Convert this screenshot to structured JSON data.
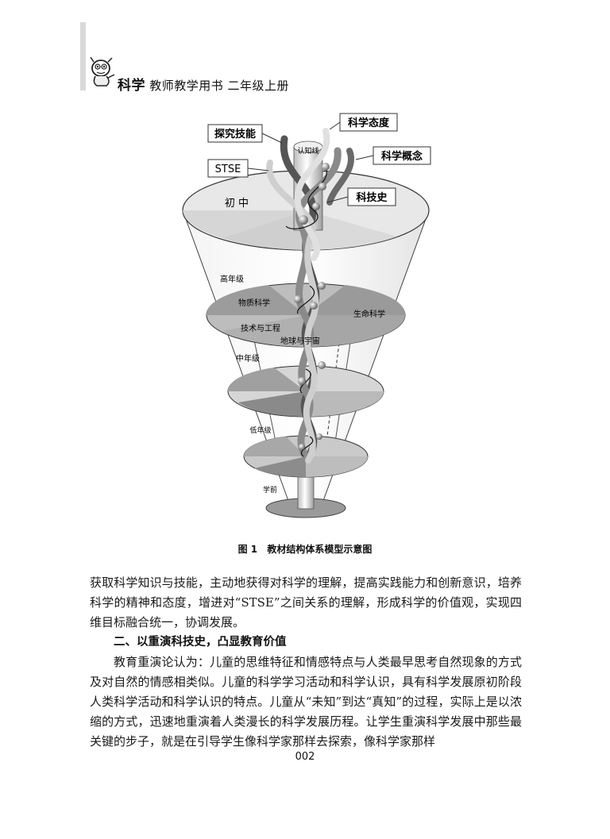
{
  "header": {
    "title_main": "科学",
    "title_rest": "教师教学用书 二年级上册"
  },
  "figure": {
    "labels": {
      "inquiry_skills": "探究技能",
      "science_attitude": "科学态度",
      "science_concepts": "科学概念",
      "stse": "STSE",
      "cognition_line": "认知线",
      "sci_tech_history": "科技史",
      "junior_high": "初 中",
      "upper_grades": "高年级",
      "physical_science": "物质科学",
      "life_science": "生命科学",
      "technology_engineering": "技术与工程",
      "earth_universe": "地球与宇宙",
      "middle_grades": "中年级",
      "lower_grades": "低年级",
      "preschool": "学前"
    },
    "caption_number": "图 1",
    "caption_text": "教材结构体系模型示意图"
  },
  "body": {
    "paragraph1": "获取科学知识与技能，主动地获得对科学的理解，提高实践能力和创新意识，培养科学的精神和态度，增进对“STSE”之间关系的理解，形成科学的价值观，实现四维目标融合统一，协调发展。",
    "section_heading": "二、以重演科技史，凸显教育价值",
    "paragraph2": "教育重演论认为：儿童的思维特征和情感特点与人类最早思考自然现象的方式及对自然的情感相类似。儿童的科学学习活动和科学认识，具有科学发展原初阶段人类科学活动和科学认识的特点。儿童从“未知”到达“真知”的过程，实际上是以浓缩的方式，迅速地重演着人类漫长的科学发展历程。让学生重演科学发展中那些最关键的步子，就是在引导学生像科学家那样去探索，像科学家那样"
  },
  "page_number": "002"
}
